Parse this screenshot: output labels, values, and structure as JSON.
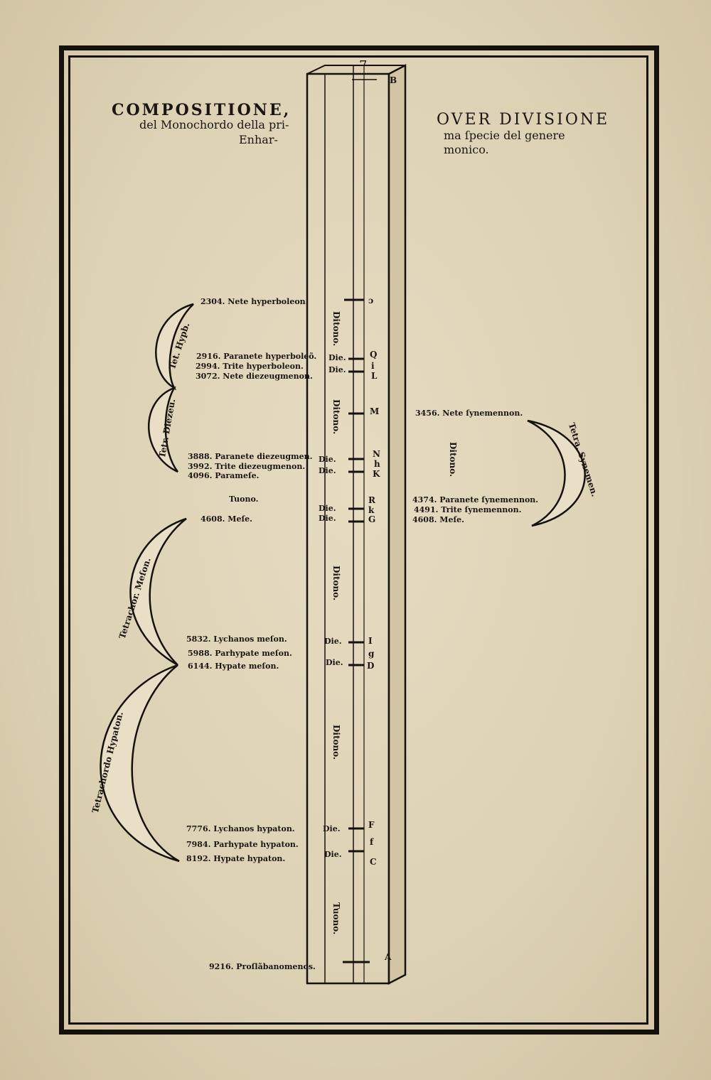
{
  "header": {
    "left_line1": "COMPOSITIONE,",
    "left_line2": "del Monochordo della pri-",
    "left_line3": "Enhar-",
    "right_line1": "OVER DIVISIONE",
    "right_line2": "ma ſpecie del genere",
    "right_line3": "monico."
  },
  "folio": "7",
  "letter_top": "B",
  "letter_bottom": "A",
  "left_notes": [
    {
      "text": "2304. Nete hyperboleon."
    },
    {
      "text": "2916. Paranete hyperboleõ."
    },
    {
      "text": "2994. Trite hyperboleon."
    },
    {
      "text": "3072. Nete diezeugmenon."
    },
    {
      "text": "3888. Paranete diezeugmen."
    },
    {
      "text": "3992. Trite diezeugmenon."
    },
    {
      "text": "4096. Parameſe."
    },
    {
      "text": "Tuono."
    },
    {
      "text": "4608. Meſe."
    },
    {
      "text": "5832. Lychanos meſon."
    },
    {
      "text": "5988. Parhypate meſon."
    },
    {
      "text": "6144. Hypate meſon."
    },
    {
      "text": "7776. Lychanos hypaton."
    },
    {
      "text": "7984. Parhypate hypaton."
    },
    {
      "text": "8192. Hypate hypaton."
    },
    {
      "text": "9216. Proſlãbanomenos."
    }
  ],
  "right_notes": [
    {
      "text": "3456. Nete ſynemennon."
    },
    {
      "text": "Ditono."
    },
    {
      "text": "4374. Paranete ſynemennon."
    },
    {
      "text": "4491. Trite ſynemennon."
    },
    {
      "text": "4608. Meſe."
    }
  ],
  "interval_labels": {
    "ditono": "Ditono.",
    "die": "Die.",
    "tuono": "Tuono."
  },
  "curve_labels": {
    "hyp": "Tet. Hypb.",
    "diez": "Tetr. Diezeu.",
    "meson": "Tetrachor. Meſon.",
    "hypaton": "Tetrachordo Hypaton.",
    "synemen": "Tetra. Synemen."
  },
  "string_letters": [
    {
      "text": "ɔ"
    },
    {
      "text": "Q"
    },
    {
      "text": "i"
    },
    {
      "text": "L"
    },
    {
      "text": "M"
    },
    {
      "text": "N"
    },
    {
      "text": "h"
    },
    {
      "text": "K"
    },
    {
      "text": "R"
    },
    {
      "text": "k"
    },
    {
      "text": "G"
    },
    {
      "text": "I"
    },
    {
      "text": "g"
    },
    {
      "text": "D"
    },
    {
      "text": "F"
    },
    {
      "text": "f"
    },
    {
      "text": "C"
    }
  ]
}
